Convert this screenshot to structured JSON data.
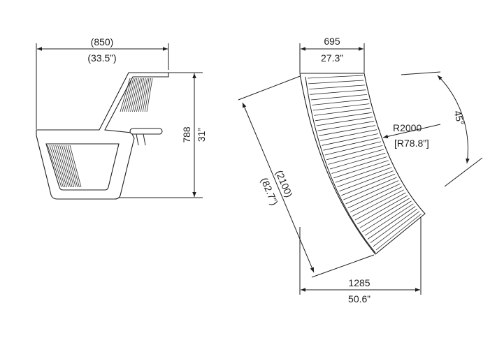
{
  "side_view": {
    "width_mm": "(850)",
    "width_in": "(33.5”)",
    "height_mm": "788",
    "height_in": "31”"
  },
  "top_view": {
    "depth_mm": "695",
    "depth_in": "27.3”",
    "length_mm": "(2100)",
    "length_in": "(82.7”)",
    "radius_mm": "R2000",
    "radius_in": "[R78.8”]",
    "angle": "45°",
    "span_mm": "1285",
    "span_in": "50.6”"
  }
}
